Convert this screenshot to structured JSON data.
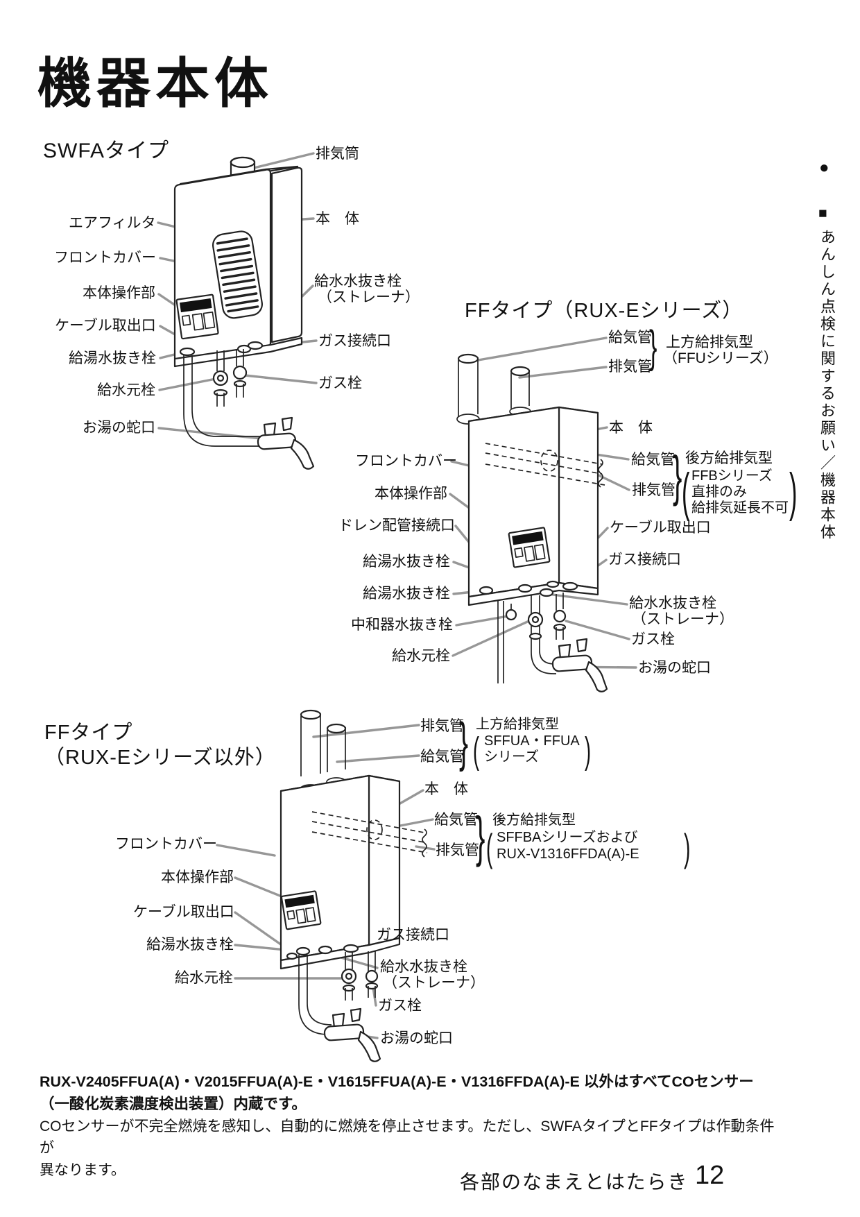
{
  "page": {
    "title": "機器本体",
    "footer_label": "各部のなまえとはたらき",
    "page_number": "12",
    "sidebar": {
      "bullet": "●",
      "square": "■",
      "vertical_text": "あんしん点検に関するお願い／機器本体"
    }
  },
  "glyphs": {
    "brace": "}",
    "paren_open": "(",
    "paren_close": ")"
  },
  "swfa": {
    "heading": "SWFAタイプ",
    "labels": {
      "exhaust_duct": "排気筒",
      "body": "本　体",
      "air_filter": "エアフィルタ",
      "front_cover": "フロントカバー",
      "control_panel": "本体操作部",
      "cable_outlet": "ケーブル取出口",
      "hot_water_drain_plug": "給湯水抜き栓",
      "water_main_valve": "給水元栓",
      "hot_water_faucet": "お湯の蛇口",
      "water_drain_plug": "給水水抜き栓",
      "strainer": "（ストレーナ）",
      "gas_connection": "ガス接続口",
      "gas_valve": "ガス栓"
    }
  },
  "ff_rux_e": {
    "heading": "FFタイプ（RUX-Eシリーズ）",
    "labels": {
      "supply_pipe_top": "給気管",
      "exhaust_pipe_top": "排気管",
      "top_type_line1": "上方給排気型",
      "top_type_line2": "（FFUシリーズ）",
      "body": "本　体",
      "supply_pipe_rear": "給気管",
      "exhaust_pipe_rear": "排気管",
      "rear_type_line1": "後方給排気型",
      "rear_type_line2": "FFBシリーズ",
      "rear_type_line3": "直排のみ",
      "rear_type_line4": "給排気延長不可",
      "front_cover": "フロントカバー",
      "control_panel": "本体操作部",
      "drain_pipe_connection": "ドレン配管接続口",
      "hot_water_drain_plug1": "給湯水抜き栓",
      "hot_water_drain_plug2": "給湯水抜き栓",
      "neutralizer_drain_plug": "中和器水抜き栓",
      "water_main_valve": "給水元栓",
      "cable_outlet": "ケーブル取出口",
      "gas_connection": "ガス接続口",
      "water_drain_plug": "給水水抜き栓",
      "strainer": "（ストレーナ）",
      "gas_valve": "ガス栓",
      "hot_water_faucet": "お湯の蛇口"
    }
  },
  "ff_other": {
    "heading_line1": "FFタイプ",
    "heading_line2": "（RUX-Eシリーズ以外）",
    "labels": {
      "exhaust_pipe_top": "排気管",
      "supply_pipe_top": "給気管",
      "top_type_line1": "上方給排気型",
      "top_type_line2": "SFFUA・FFUA",
      "top_type_line3": "シリーズ",
      "body": "本　体",
      "supply_pipe_rear": "給気管",
      "exhaust_pipe_rear": "排気管",
      "rear_type_line1": "後方給排気型",
      "rear_type_line2": "SFFBAシリーズおよび",
      "rear_type_line3": "RUX-V1316FFDA(A)-E",
      "front_cover": "フロントカバー",
      "control_panel": "本体操作部",
      "cable_outlet": "ケーブル取出口",
      "hot_water_drain_plug": "給湯水抜き栓",
      "water_main_valve": "給水元栓",
      "gas_connection": "ガス接続口",
      "water_drain_plug": "給水水抜き栓",
      "strainer": "（ストレーナ）",
      "gas_valve": "ガス栓",
      "hot_water_faucet": "お湯の蛇口"
    }
  },
  "notes": {
    "line1": "RUX-V2405FFUA(A)・V2015FFUA(A)-E・V1615FFUA(A)-E・V1316FFDA(A)-E 以外はすべてCOセンサー",
    "line2": "（一酸化炭素濃度検出装置）内蔵です。",
    "line3": "COセンサーが不完全燃焼を感知し、自動的に燃焼を停止させます。ただし、SWFAタイプとFFタイプは作動条件が",
    "line4": "異なります。"
  }
}
